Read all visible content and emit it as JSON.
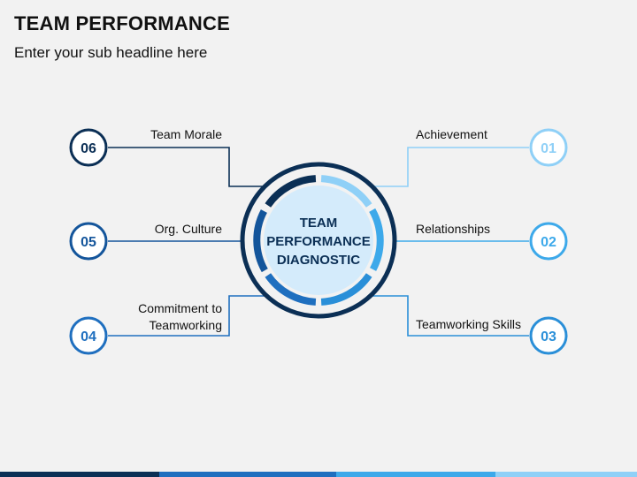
{
  "title": "TEAM PERFORMANCE",
  "subtitle": "Enter your sub headline here",
  "center": {
    "line1": "TEAM",
    "line2": "PERFORMANCE",
    "line3": "DIAGNOSTIC"
  },
  "items": [
    {
      "number": "01",
      "label": "Achievement",
      "color": "#8fd0f7"
    },
    {
      "number": "02",
      "label": "Relationships",
      "color": "#3da9ea"
    },
    {
      "number": "03",
      "label": "Teamworking Skills",
      "color": "#2a8fd8"
    },
    {
      "number": "04",
      "label_line1": "Commitment to",
      "label_line2": "Teamworking",
      "color": "#1f6fbf"
    },
    {
      "number": "05",
      "label": "Org. Culture",
      "color": "#14559b"
    },
    {
      "number": "06",
      "label": "Team Morale",
      "color": "#0b2f55"
    }
  ],
  "colors": {
    "background": "#f2f2f2",
    "dark_navy": "#0b2f55",
    "center_fill": "#d4ebfb"
  }
}
